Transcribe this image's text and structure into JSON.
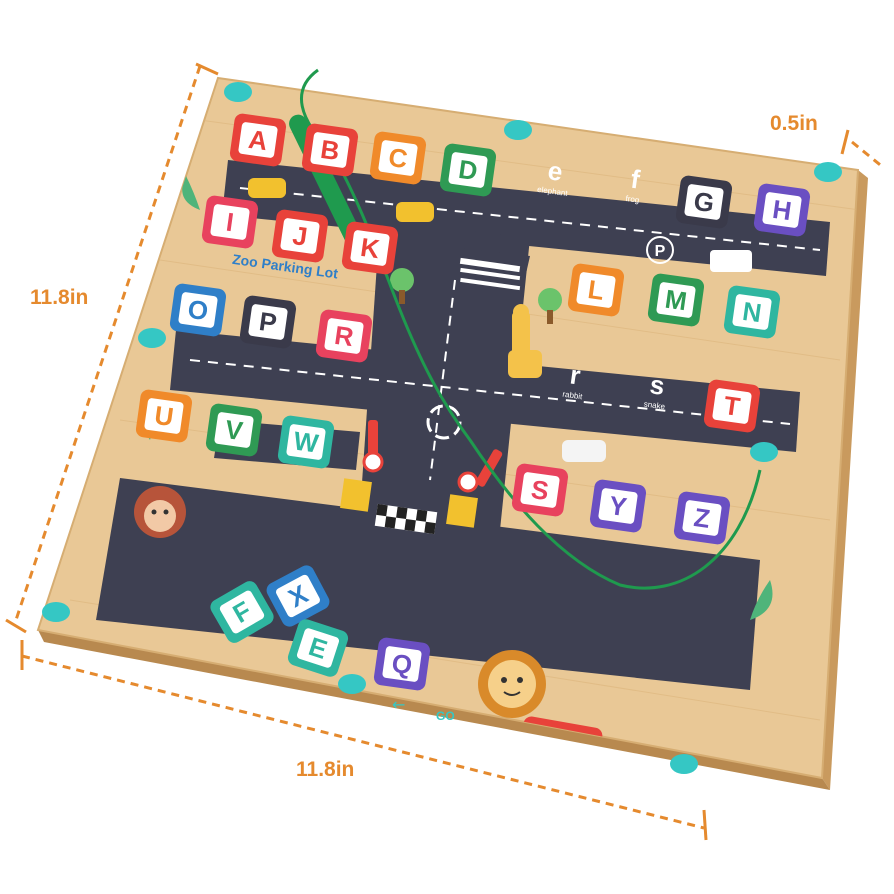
{
  "dimensions": {
    "height": "11.8in",
    "width": "11.8in",
    "depth": "0.5in"
  },
  "board": {
    "title": "Zoo Parking Lot",
    "go_label": "GO",
    "animal_labels": {
      "e": "elephant",
      "f": "frog",
      "r": "rabbit",
      "s": "snake"
    }
  },
  "cars": [
    {
      "letter": "A",
      "color": "#e8423a"
    },
    {
      "letter": "B",
      "color": "#e8423a"
    },
    {
      "letter": "C",
      "color": "#f08a2a"
    },
    {
      "letter": "D",
      "color": "#2f9a54"
    },
    {
      "letter": "G",
      "color": "#3a3a4a"
    },
    {
      "letter": "H",
      "color": "#6a4fc2"
    },
    {
      "letter": "I",
      "color": "#e8425e"
    },
    {
      "letter": "J",
      "color": "#e8423a"
    },
    {
      "letter": "K",
      "color": "#e8423a"
    },
    {
      "letter": "L",
      "color": "#f08a2a"
    },
    {
      "letter": "M",
      "color": "#2f9a54"
    },
    {
      "letter": "N",
      "color": "#2fb6a0"
    },
    {
      "letter": "O",
      "color": "#2f7fc8"
    },
    {
      "letter": "P",
      "color": "#3a3a4a"
    },
    {
      "letter": "R",
      "color": "#e8425e"
    },
    {
      "letter": "T",
      "color": "#e8423a"
    },
    {
      "letter": "U",
      "color": "#f08a2a"
    },
    {
      "letter": "V",
      "color": "#2f9a54"
    },
    {
      "letter": "W",
      "color": "#2fb6a0"
    },
    {
      "letter": "S",
      "color": "#e8425e"
    },
    {
      "letter": "Y",
      "color": "#6a4fc2"
    },
    {
      "letter": "Z",
      "color": "#6a4fc2"
    }
  ],
  "loose_tiles": [
    {
      "letter": "F",
      "color": "#2fb6a0"
    },
    {
      "letter": "X",
      "color": "#2f7fc8"
    },
    {
      "letter": "E",
      "color": "#2fb6a0"
    },
    {
      "letter": "Q",
      "color": "#6a4fc2"
    }
  ],
  "printed_letters": [
    {
      "letter": "e",
      "animal": "elephant"
    },
    {
      "letter": "f",
      "animal": "frog"
    },
    {
      "letter": "r",
      "animal": "rabbit"
    },
    {
      "letter": "s",
      "animal": "snake"
    }
  ],
  "colors": {
    "wood": "#e9c896",
    "wood_edge": "#c99a5e",
    "road": "#3e4052",
    "dimension_line": "#e58a2e",
    "peg": "#35c7c4",
    "wand_string": "#1f9a4e"
  }
}
